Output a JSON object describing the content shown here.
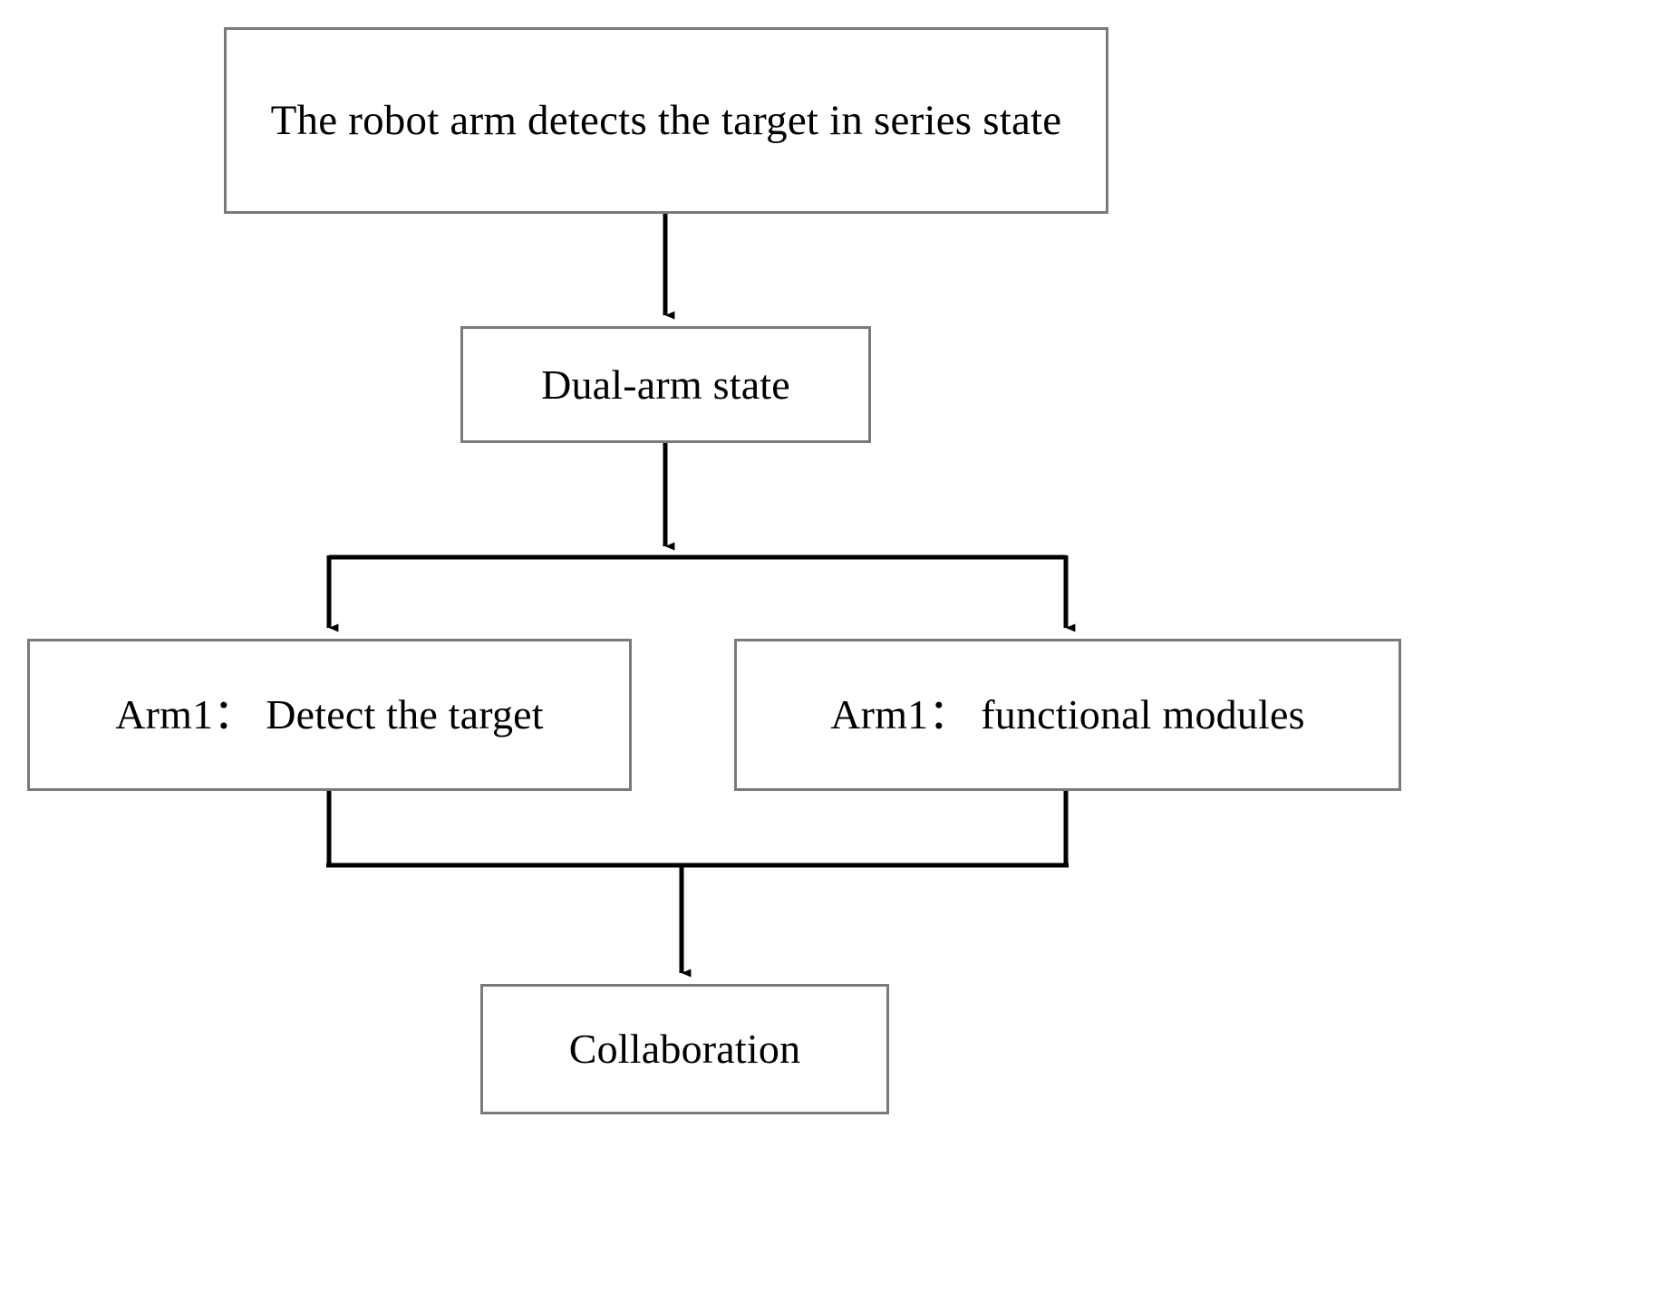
{
  "diagram": {
    "type": "flowchart",
    "title": "Dual-arm robot collaboration flowchart",
    "background_color": "#ffffff",
    "box_border_color": "#7a7a7a",
    "connector_color": "#000000",
    "text_color": "#000000",
    "nodes": [
      {
        "id": "start",
        "label": "The robot arm detects the target in series state",
        "shape": "rectangle"
      },
      {
        "id": "dual_arm_state",
        "label": "Dual-arm state",
        "shape": "rectangle"
      },
      {
        "id": "arm_left",
        "label": "Arm1： Detect the target",
        "shape": "rectangle"
      },
      {
        "id": "arm_right",
        "label": "Arm1： functional modules",
        "shape": "rectangle"
      },
      {
        "id": "collaboration",
        "label": "Collaboration",
        "shape": "rectangle"
      }
    ],
    "edges": [
      {
        "from": "start",
        "to": "dual_arm_state",
        "style": "arrow"
      },
      {
        "from": "dual_arm_state",
        "to": "arm_left",
        "style": "split-arrow"
      },
      {
        "from": "dual_arm_state",
        "to": "arm_right",
        "style": "split-arrow"
      },
      {
        "from": "arm_left",
        "to": "collaboration",
        "style": "merge-arrow"
      },
      {
        "from": "arm_right",
        "to": "collaboration",
        "style": "merge-arrow"
      }
    ]
  }
}
